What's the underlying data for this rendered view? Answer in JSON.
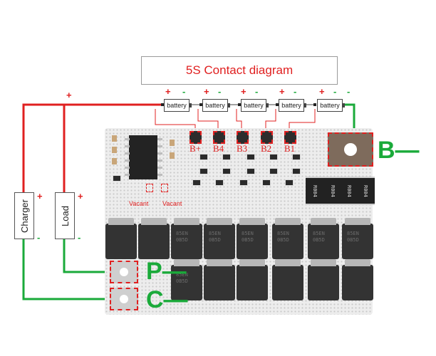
{
  "title": "5S Contact diagram",
  "batteries": [
    "battery",
    "battery",
    "battery",
    "battery",
    "battery"
  ],
  "plus_sign": "+",
  "minus_sign": "-",
  "taps": [
    "B+",
    "B4",
    "B3",
    "B2",
    "B1"
  ],
  "vacant": [
    "Vacant",
    "Vacant"
  ],
  "charger": "Charger",
  "load": "Load",
  "terminals": {
    "b_minus": "B—",
    "p_minus": "P—",
    "c_minus": "C—"
  },
  "resistor_markings": [
    "R004",
    "R004",
    "R004",
    "R004"
  ],
  "mosfet_markings": [
    "85EN\n0B5D",
    "85EN\n0B5D",
    "85EN\n0B5D",
    "85EN\n0B5D",
    "85EN\n0B5D",
    "85EN\n0B5D",
    "85EN\n0B5D"
  ],
  "colors": {
    "positive": "#e02020",
    "negative": "#1aaa3a",
    "board": "#ededed"
  }
}
